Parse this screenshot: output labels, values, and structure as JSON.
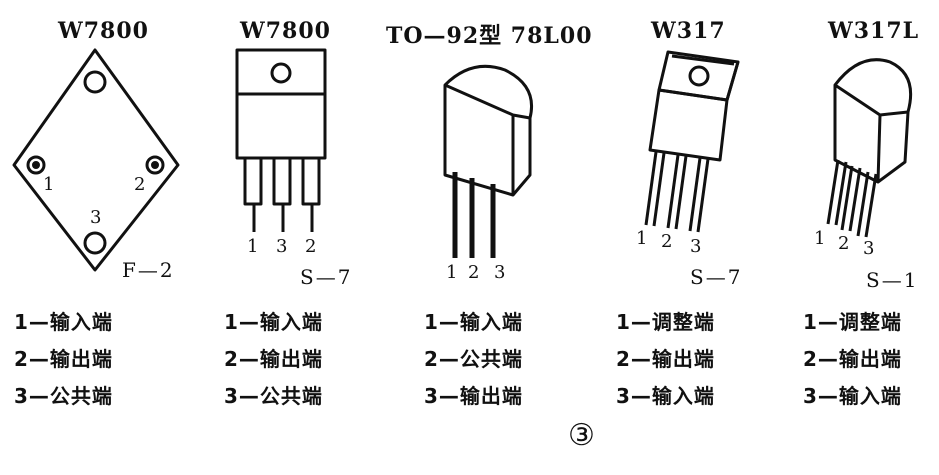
{
  "components": [
    {
      "title": "W7800",
      "package": "F—2",
      "pins": [
        "1",
        "2",
        "3"
      ],
      "legend": [
        "1—输入端",
        "2—输出端",
        "3—公共端"
      ]
    },
    {
      "title": "W7800",
      "package": "S—7",
      "pins": [
        "1",
        "3",
        "2"
      ],
      "legend": [
        "1—输入端",
        "2—输出端",
        "3—公共端"
      ]
    },
    {
      "title": "TO—92型 78L00",
      "package": "",
      "pins": [
        "1",
        "2",
        "3"
      ],
      "legend": [
        "1—输入端",
        "2—公共端",
        "3—输出端"
      ]
    },
    {
      "title": "W317",
      "package": "S—7",
      "pins": [
        "1",
        "2",
        "3"
      ],
      "legend": [
        "1—调整端",
        "2—输出端",
        "3—输入端"
      ]
    },
    {
      "title": "W317L",
      "package": "S—1",
      "pins": [
        "1",
        "2",
        "3"
      ],
      "legend": [
        "1—调整端",
        "2—输出端",
        "3—输入端"
      ]
    }
  ],
  "figure_label": "③"
}
